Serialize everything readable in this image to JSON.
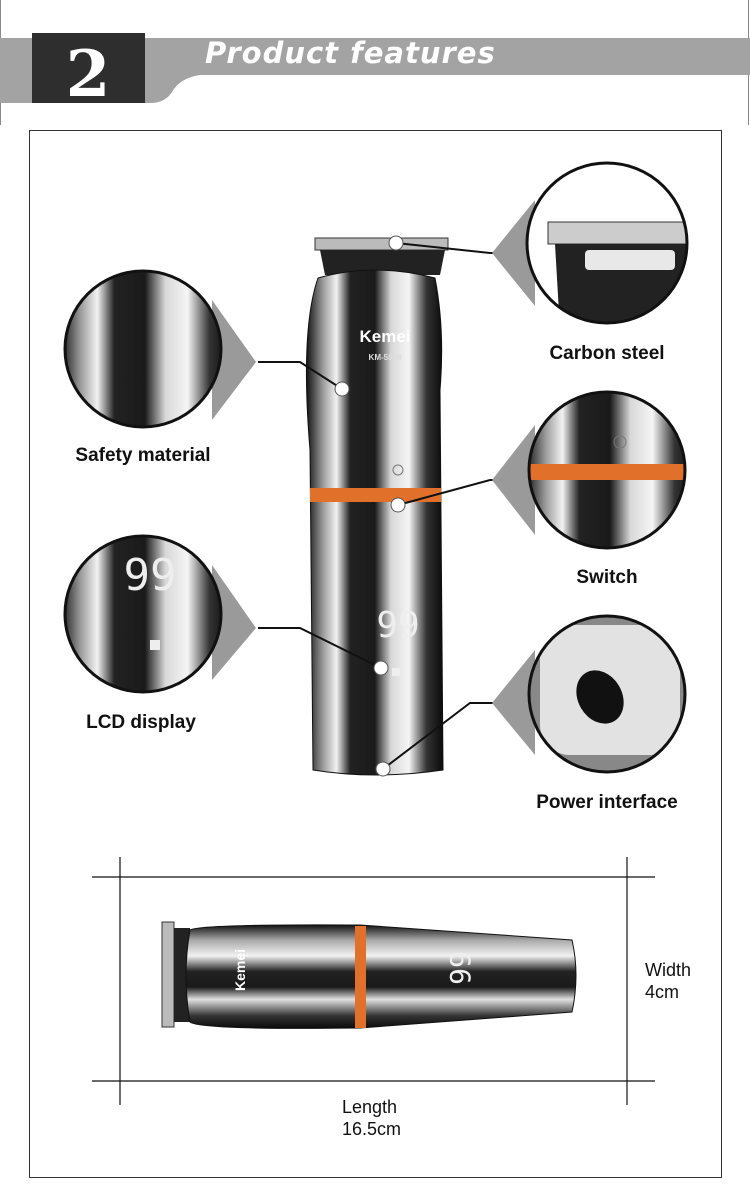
{
  "header": {
    "number": "2",
    "title": "Product features"
  },
  "product": {
    "brand": "Kemei",
    "model": "KM-5898",
    "lcd_value": "99"
  },
  "features": [
    {
      "label": "Carbon steel"
    },
    {
      "label": "Safety material"
    },
    {
      "label": "Switch"
    },
    {
      "label": "LCD display"
    },
    {
      "label": "Power interface"
    }
  ],
  "dimensions": {
    "width_label": "Width",
    "width_value": "4cm",
    "length_label": "Length",
    "length_value": "16.5cm"
  },
  "colors": {
    "header_gray": "#a3a3a3",
    "header_dark": "#2e2e2e",
    "accent_orange": "#e0702a"
  }
}
